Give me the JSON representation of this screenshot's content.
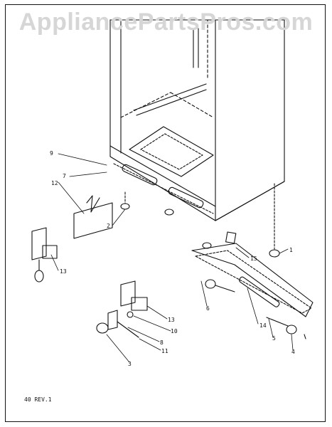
{
  "watermark": "AppliancePartsPros.com",
  "footer": "40 REV.1",
  "callouts": [
    "9",
    "7",
    "12",
    "2",
    "13",
    "6",
    "15",
    "1",
    "13",
    "10",
    "8",
    "11",
    "3",
    "14",
    "5",
    "4"
  ],
  "colors": {
    "line": "#111111",
    "watermark": "#d6d6d6",
    "background": "#ffffff"
  }
}
